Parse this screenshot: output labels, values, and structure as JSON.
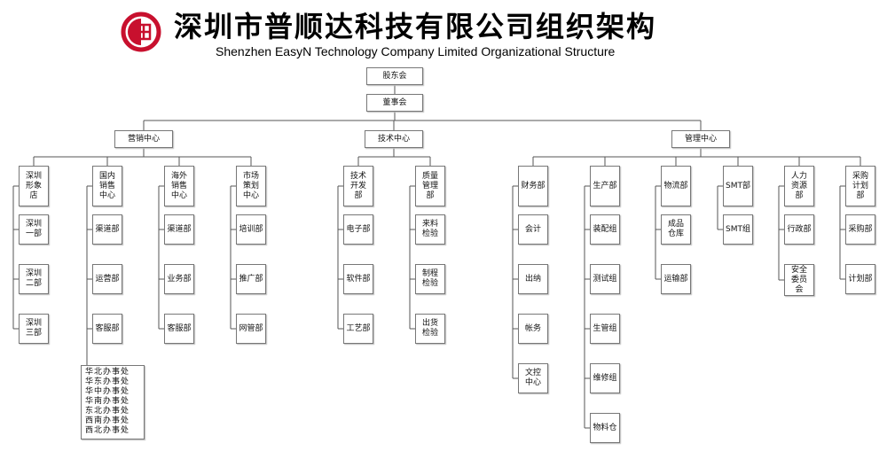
{
  "header": {
    "title_cn": "深圳市普顺达科技有限公司组织架构",
    "title_en": "Shenzhen EasyN Technology Company Limited Organizational Structure"
  },
  "colors": {
    "logo_red": "#c8102e",
    "line": "#555555",
    "border": "#777777"
  },
  "org": {
    "shareholders": "股东会",
    "board": "董事会",
    "centers": [
      {
        "name": "营销中心",
        "depts": [
          {
            "name": "深圳\n形象\n店",
            "subs": [
              "深圳\n一部",
              "深圳\n二部",
              "深圳\n三部"
            ]
          },
          {
            "name": "国内\n销售\n中心",
            "subs": [
              "渠道部",
              "运营部",
              "客服部"
            ],
            "offices": [
              "华北办事处",
              "华东办事处",
              "华中办事处",
              "华南办事处",
              "东北办事处",
              "西南办事处",
              "西北办事处"
            ]
          },
          {
            "name": "海外\n销售\n中心",
            "subs": [
              "渠道部",
              "业务部",
              "客服部"
            ]
          },
          {
            "name": "市场\n策划\n中心",
            "subs": [
              "培训部",
              "推广部",
              "网管部"
            ]
          }
        ]
      },
      {
        "name": "技术中心",
        "depts": [
          {
            "name": "技术\n开发\n部",
            "subs": [
              "电子部",
              "软件部",
              "工艺部"
            ]
          },
          {
            "name": "质量\n管理\n部",
            "subs": [
              "来料\n检验",
              "制程\n检验",
              "出货\n检验"
            ]
          }
        ]
      },
      {
        "name": "管理中心",
        "depts": [
          {
            "name": "财务部",
            "subs": [
              "会计",
              "出纳",
              "帐务",
              "文控\n中心"
            ]
          },
          {
            "name": "生产部",
            "subs": [
              "装配组",
              "测试组",
              "生管组",
              "维修组",
              "物料仓"
            ]
          },
          {
            "name": "物流部",
            "subs": [
              "成品\n仓库",
              "运输部"
            ]
          },
          {
            "name": "SMT部",
            "subs": [
              "SMT组"
            ]
          },
          {
            "name": "人力\n资源\n部",
            "subs": [
              "行政部",
              "安全\n委员\n会"
            ]
          },
          {
            "name": "采购\n计划\n部",
            "subs": [
              "采购部",
              "计划部"
            ]
          }
        ]
      }
    ]
  }
}
